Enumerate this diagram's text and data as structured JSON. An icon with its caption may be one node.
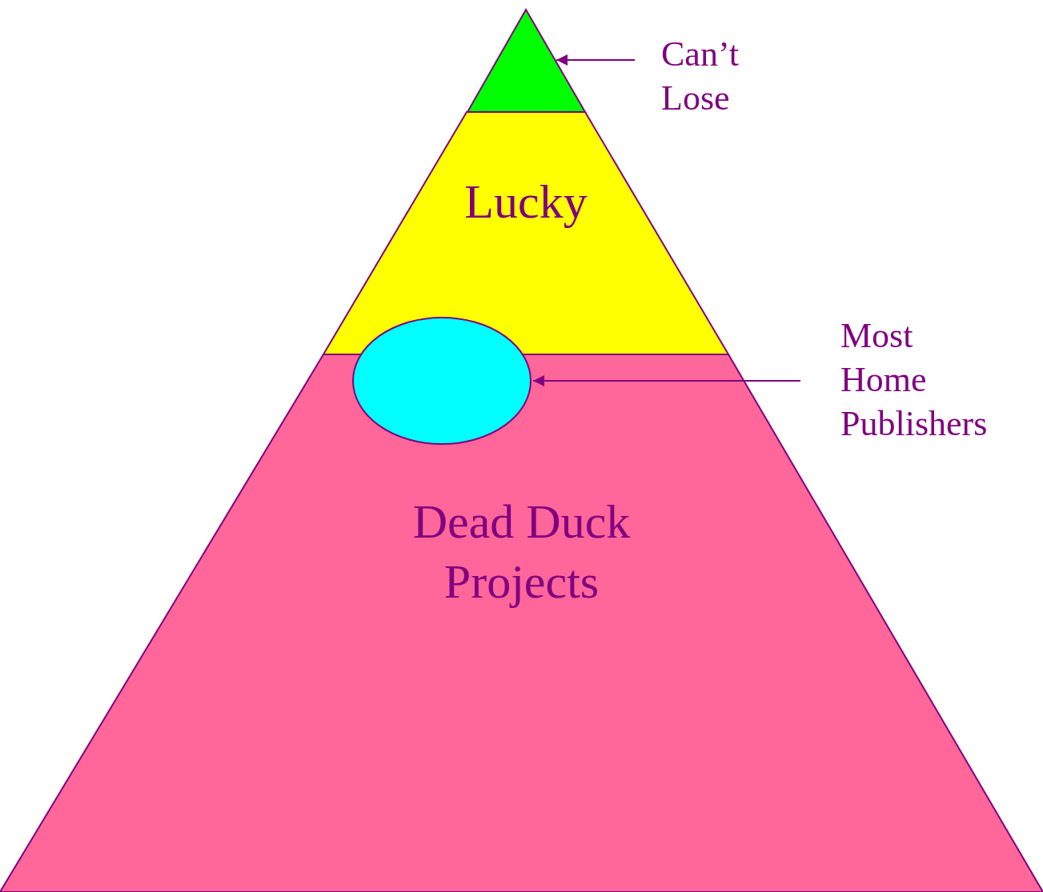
{
  "diagram": {
    "nodes": [
      {
        "text": [],
        "shape": "triangle"
      },
      {
        "text": [
          "Can’t Lose"
        ]
      },
      {
        "text": [
          "Lucky"
        ]
      },
      {
        "text": [],
        "shape": "ellipse"
      },
      {
        "text": [
          "Most Home Publishers"
        ]
      },
      {
        "text": [
          "Dead Duck Projects"
        ]
      }
    ],
    "edges": [
      {
        "from": 1,
        "to": 0,
        "arrow": "to"
      },
      {
        "from": 4,
        "to": 3,
        "arrow": "to"
      }
    ]
  }
}
